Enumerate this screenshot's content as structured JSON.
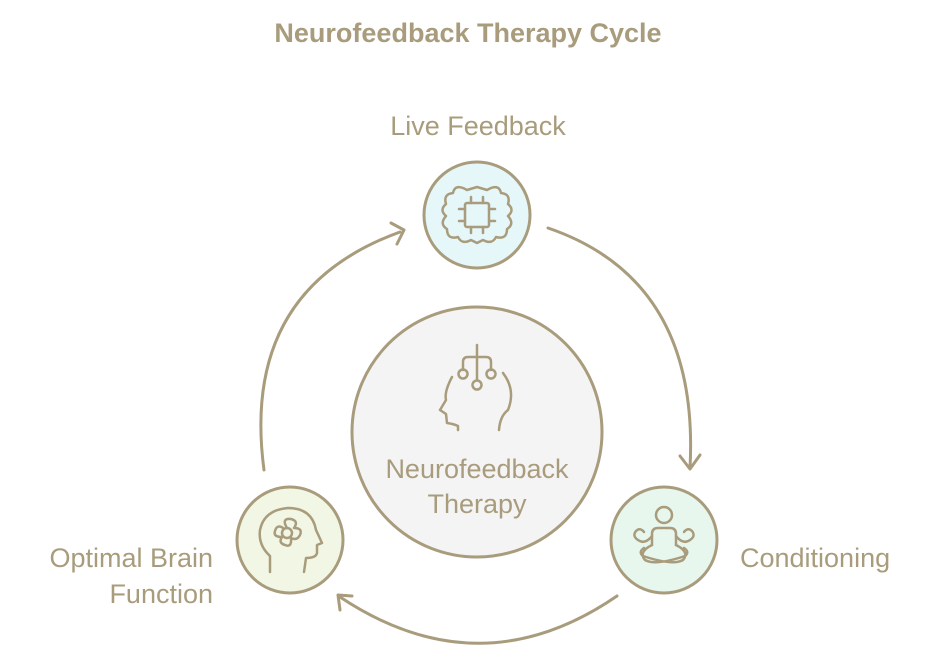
{
  "title": "Neurofeedback Therapy Cycle",
  "colors": {
    "stroke": "#a89c7c",
    "text": "#a89c7c",
    "center_fill": "#f4f4f4",
    "live_feedback_fill": "#e6f7fa",
    "conditioning_fill": "#e8f7ee",
    "optimal_brain_fill": "#f1f7e4"
  },
  "center": {
    "label": "Neurofeedback Therapy",
    "label_line1": "Neurofeedback",
    "label_line2": "Therapy",
    "icon": "head-with-circuit-icon"
  },
  "steps": [
    {
      "id": "live-feedback",
      "label": "Live Feedback",
      "icon": "brain-chip-icon"
    },
    {
      "id": "conditioning",
      "label": "Conditioning",
      "icon": "meditation-icon"
    },
    {
      "id": "optimal-brain-function",
      "label": "Optimal Brain Function",
      "label_line1": "Optimal Brain",
      "label_line2": "Function",
      "icon": "head-flower-icon"
    }
  ],
  "flow": [
    "Live Feedback",
    "Conditioning",
    "Optimal Brain Function",
    "Live Feedback"
  ]
}
